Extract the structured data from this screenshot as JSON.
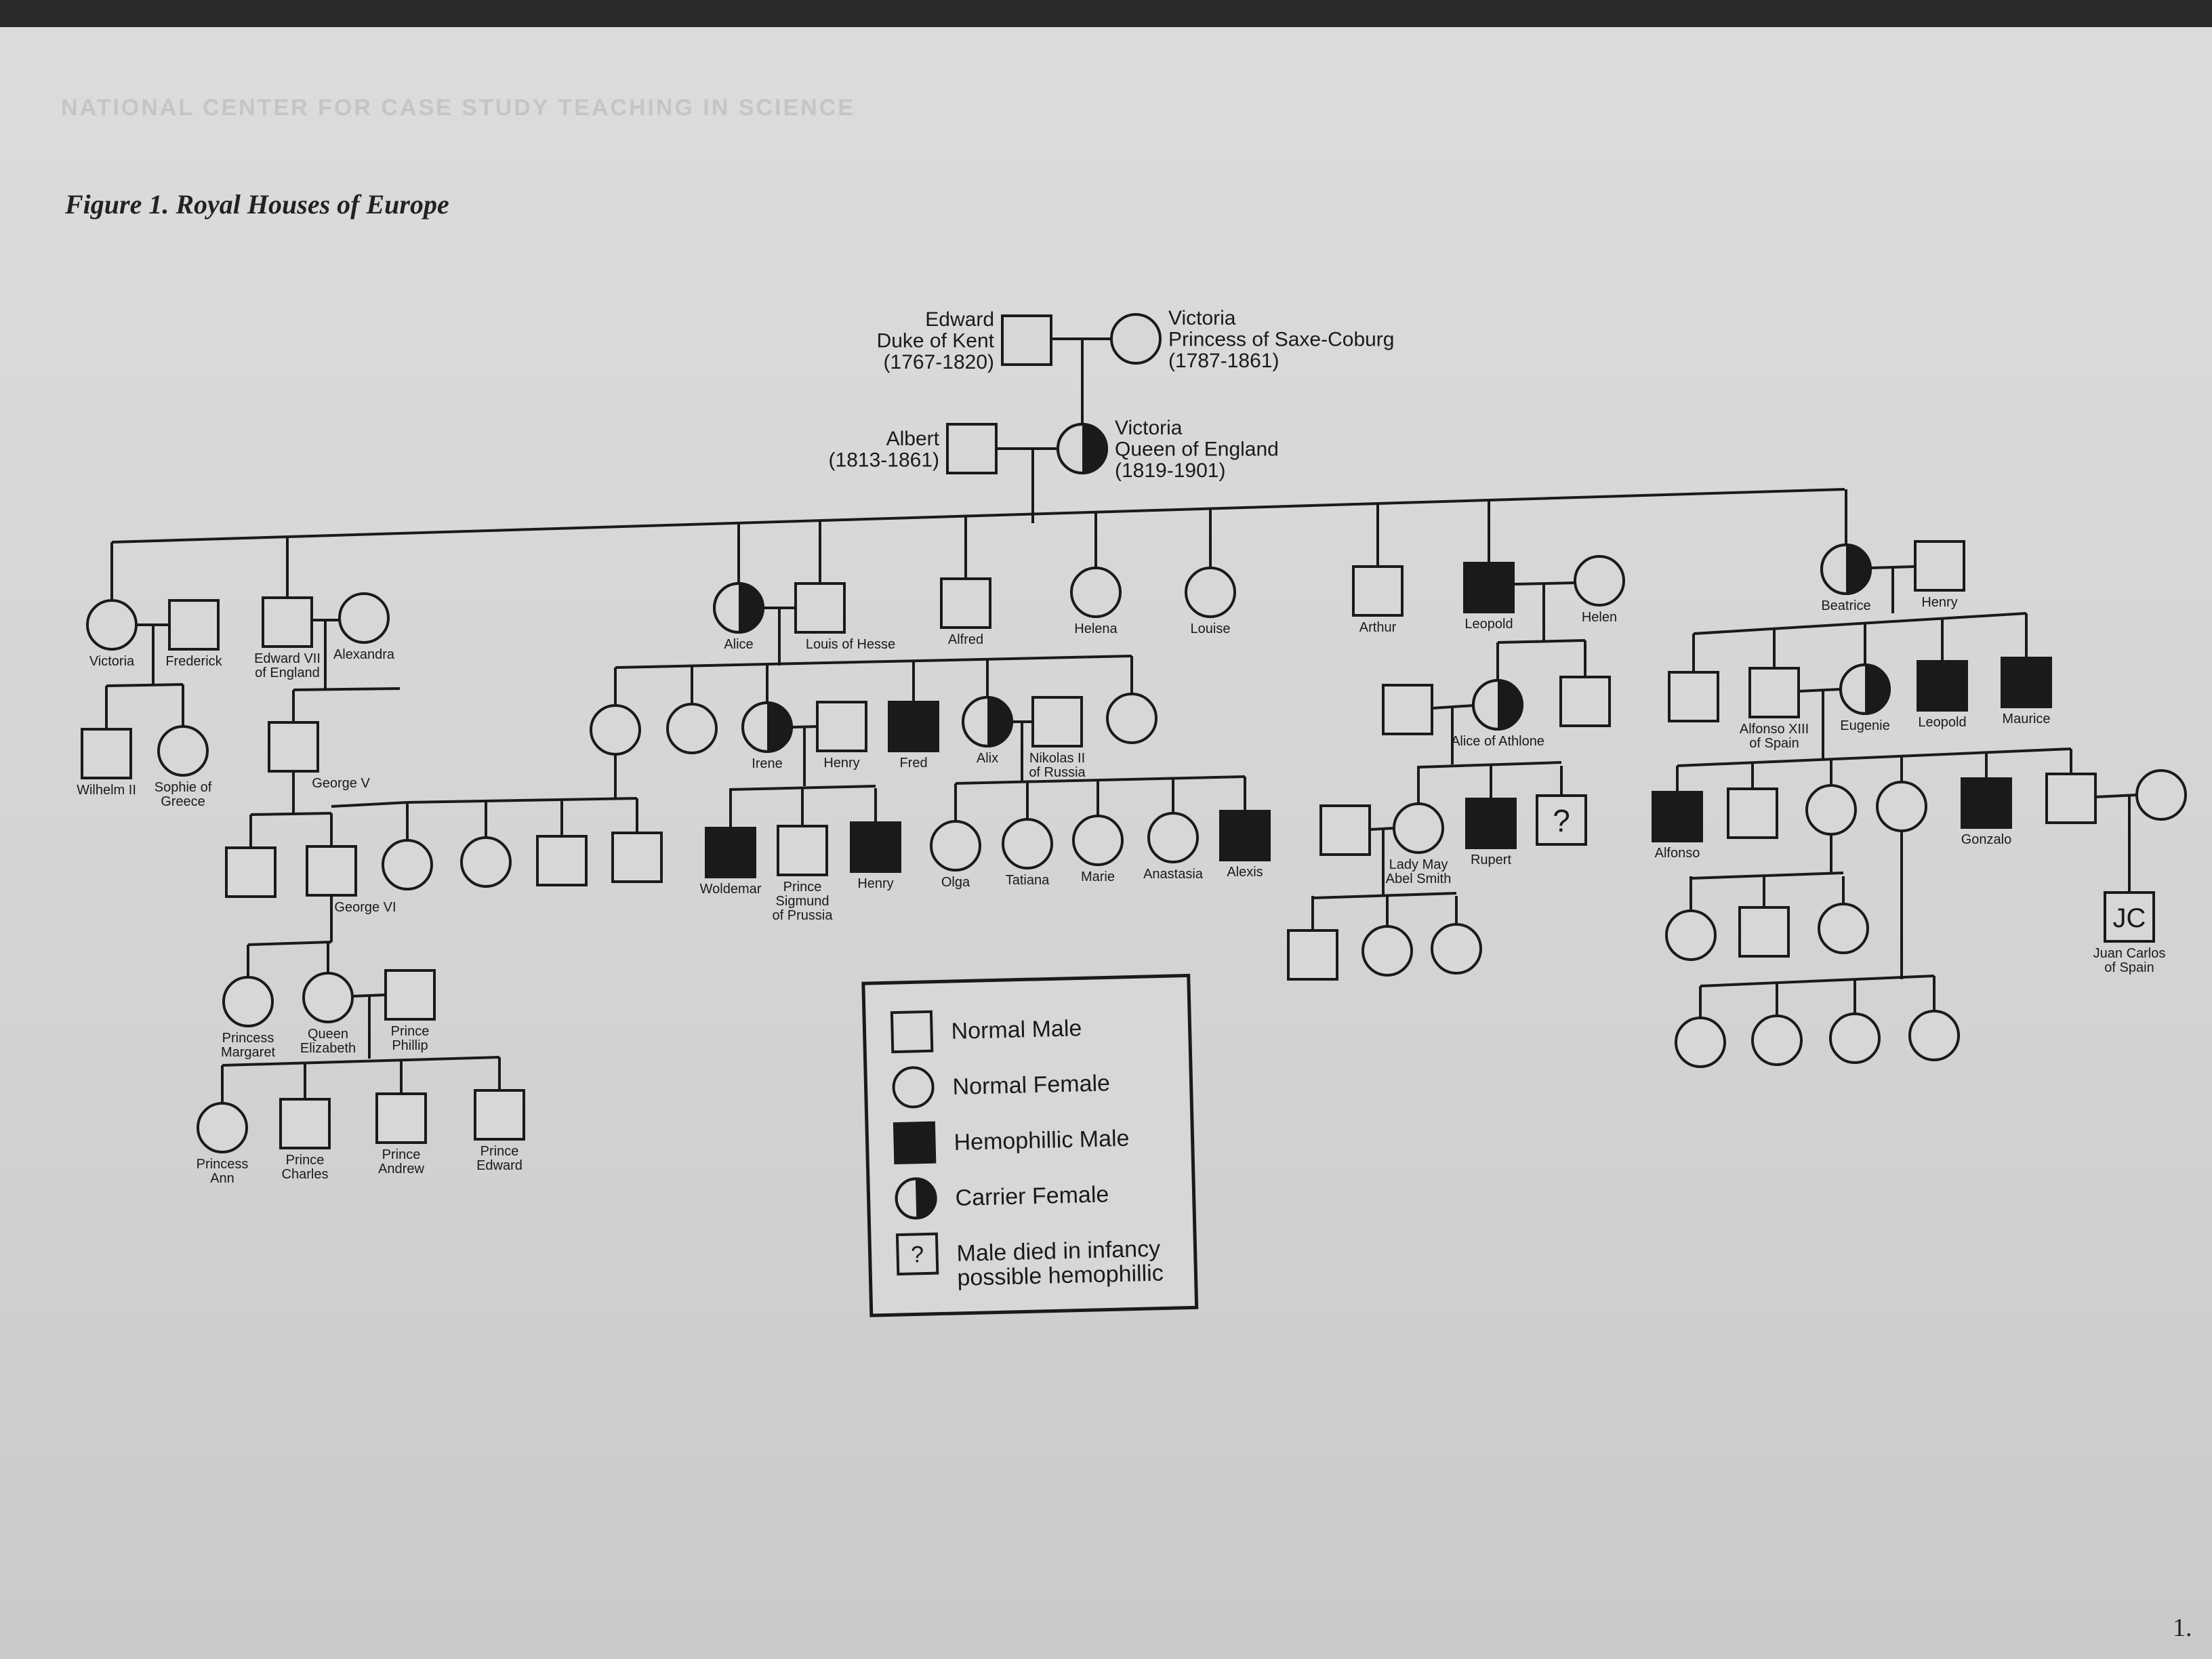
{
  "header": "NATIONAL CENTER FOR CASE STUDY TEACHING IN SCIENCE",
  "figure_title": "Figure 1. Royal Houses of Europe",
  "page_number": "1.",
  "legend": {
    "normal_male": "Normal Male",
    "normal_female": "Normal Female",
    "hemophilic_male": "Hemophillic Male",
    "carrier_female": "Carrier Female",
    "died_infancy_line1": "Male died in infancy",
    "died_infancy_line2": "possible hemophillic",
    "question_mark": "?"
  },
  "people": {
    "edward": [
      "Edward",
      "Duke of Kent",
      "(1767-1820)"
    ],
    "victoria_sc": [
      "Victoria",
      "Princess of Saxe-Coburg",
      "(1787-1861)"
    ],
    "albert": [
      "Albert",
      "(1813-1861)"
    ],
    "queen_victoria": [
      "Victoria",
      "Queen of England",
      "(1819-1901)"
    ],
    "victoria_child": [
      "Victoria"
    ],
    "frederick": [
      "Frederick"
    ],
    "edward_vii": [
      "Edward VII",
      "of England"
    ],
    "alexandra": [
      "Alexandra"
    ],
    "alice": [
      "Alice"
    ],
    "louis_hesse": [
      "Louis of Hesse"
    ],
    "alfred": [
      "Alfred"
    ],
    "helena": [
      "Helena"
    ],
    "louise": [
      "Louise"
    ],
    "arthur": [
      "Arthur"
    ],
    "leopold": [
      "Leopold"
    ],
    "helen": [
      "Helen"
    ],
    "beatrice": [
      "Beatrice"
    ],
    "henry_batt": [
      "Henry"
    ],
    "wilhelm_ii": [
      "Wilhelm II"
    ],
    "sophie": [
      "Sophie of",
      "Greece"
    ],
    "george_v": [
      "George V"
    ],
    "irene": [
      "Irene"
    ],
    "henry_prussia": [
      "Henry"
    ],
    "fred": [
      "Fred"
    ],
    "alix": [
      "Alix"
    ],
    "nicholas": [
      "Nikolas II",
      "of Russia"
    ],
    "alice_athlone": [
      "Alice of Athlone"
    ],
    "alfonso_xiii": [
      "Alfonso XIII",
      "of Spain"
    ],
    "eugenie": [
      "Eugenie"
    ],
    "leopold_b": [
      "Leopold"
    ],
    "maurice": [
      "Maurice"
    ],
    "george_vi": [
      "George VI"
    ],
    "woldemar": [
      "Woldemar"
    ],
    "sigmund": [
      "Prince",
      "Sigmund",
      "of Prussia"
    ],
    "henry_irene": [
      "Henry"
    ],
    "olga": [
      "Olga"
    ],
    "tatiana": [
      "Tatiana"
    ],
    "marie": [
      "Marie"
    ],
    "anastasia": [
      "Anastasia"
    ],
    "alexis": [
      "Alexis"
    ],
    "lady_may": [
      "Lady May",
      "Abel Smith"
    ],
    "rupert": [
      "Rupert"
    ],
    "alfonso": [
      "Alfonso"
    ],
    "gonzalo": [
      "Gonzalo"
    ],
    "juan_carlos_initials": [
      "JC"
    ],
    "juan_carlos": [
      "Juan Carlos",
      "of Spain"
    ],
    "margaret": [
      "Princess",
      "Margaret"
    ],
    "elizabeth": [
      "Queen",
      "Elizabeth"
    ],
    "philip": [
      "Prince",
      "Phillip"
    ],
    "ann": [
      "Princess",
      "Ann"
    ],
    "charles": [
      "Prince",
      "Charles"
    ],
    "andrew": [
      "Prince",
      "Andrew"
    ],
    "edward_p": [
      "Prince",
      "Edward"
    ]
  },
  "colors": {
    "ink": "#1a1a1a",
    "paper": "#d6d7d8",
    "affected": "#1a1a1a"
  }
}
